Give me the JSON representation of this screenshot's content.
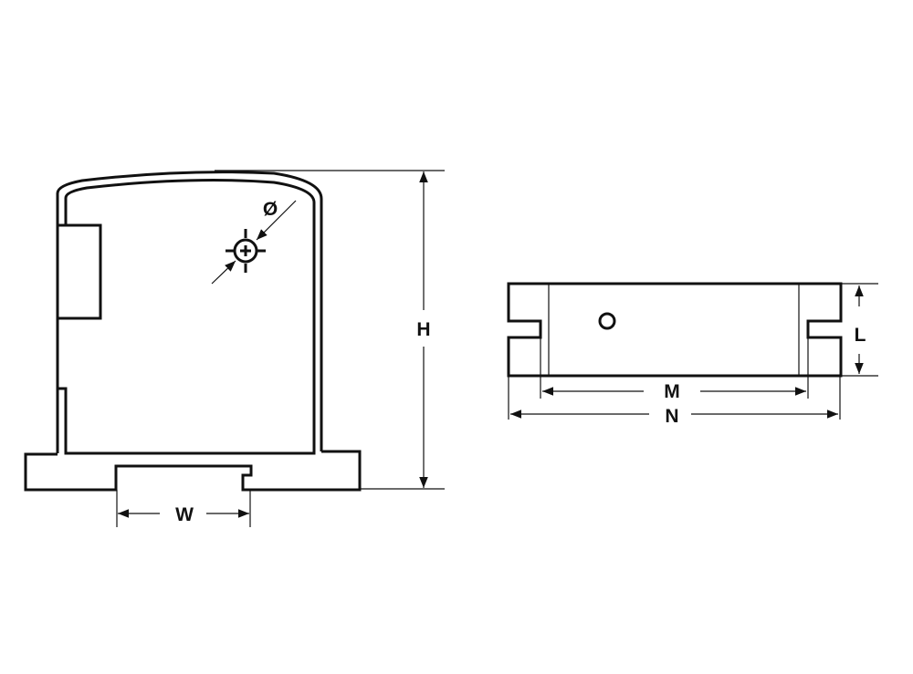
{
  "front_view": {
    "labels": {
      "height": "H",
      "width": "W",
      "diameter": "Ø"
    }
  },
  "side_view": {
    "labels": {
      "length": "L",
      "mount_spacing": "M",
      "overall": "N"
    }
  },
  "colors": {
    "line": "#111111",
    "background": "#ffffff"
  }
}
